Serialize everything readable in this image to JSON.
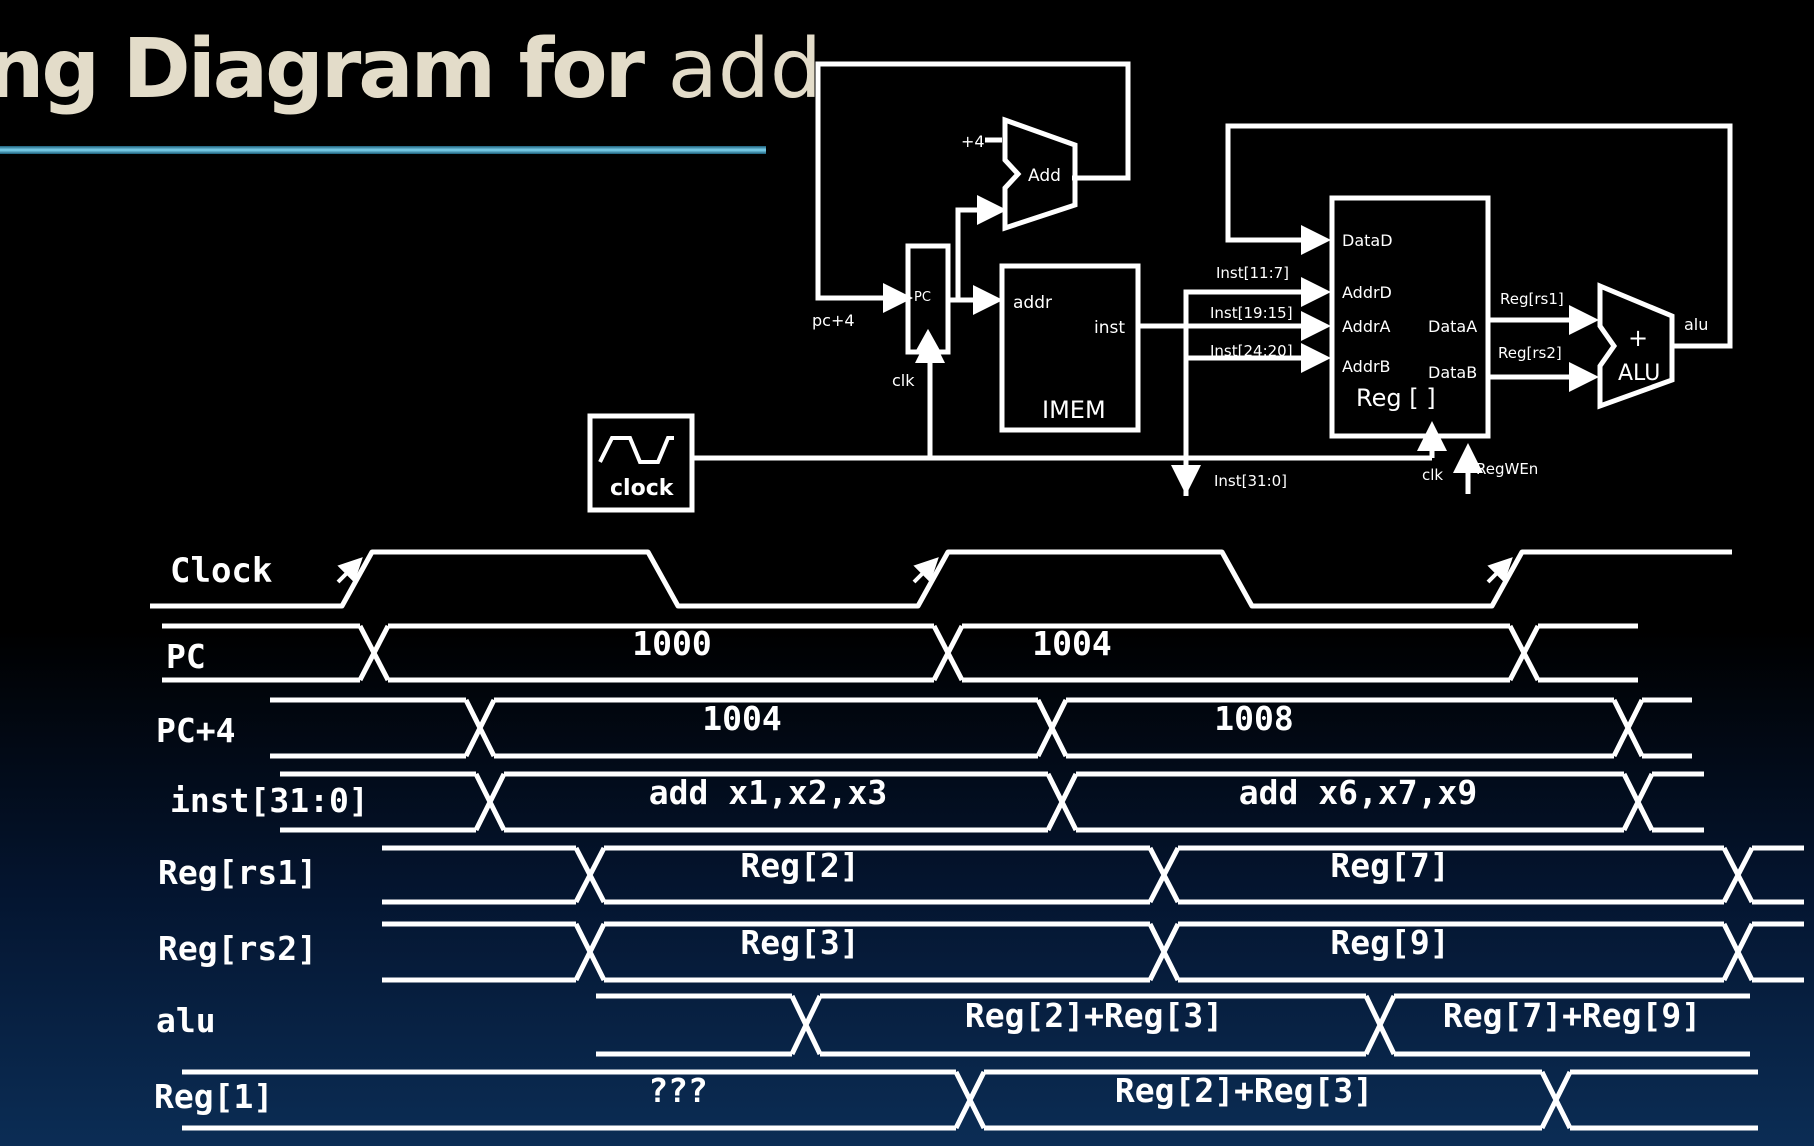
{
  "title": {
    "main": "ng Diagram for ",
    "code": "add"
  },
  "circuit": {
    "plus4": "+4",
    "add": "Add",
    "pc": "PC",
    "pc_plus4": "pc+4",
    "clk_pc": "clk",
    "addr": "addr",
    "inst": "inst",
    "imem": "IMEM",
    "clock": "clock",
    "inst_11_7": "Inst[11:7]",
    "inst_19_15": "Inst[19:15]",
    "inst_24_20": "Inst[24:20]",
    "inst_31_0": "Inst[31:0]",
    "datad": "DataD",
    "addrd": "AddrD",
    "addra": "AddrA",
    "addrb": "AddrB",
    "dataa": "DataA",
    "datab": "DataB",
    "reg": "Reg [ ]",
    "clk_reg": "clk",
    "regwen": "RegWEn",
    "reg_rs1": "Reg[rs1]",
    "reg_rs2": "Reg[rs2]",
    "alu_plus": "+",
    "alu_label": "ALU",
    "alu_out": "alu"
  },
  "timing": {
    "clock": "Clock",
    "signals": [
      {
        "name": "PC",
        "values": [
          "1000",
          "1004"
        ]
      },
      {
        "name": "PC+4",
        "values": [
          "1004",
          "1008"
        ]
      },
      {
        "name": "inst[31:0]",
        "values": [
          "add x1,x2,x3",
          "add x6,x7,x9"
        ]
      },
      {
        "name": "Reg[rs1]",
        "values": [
          "Reg[2]",
          "Reg[7]"
        ]
      },
      {
        "name": "Reg[rs2]",
        "values": [
          "Reg[3]",
          "Reg[9]"
        ]
      },
      {
        "name": "alu",
        "values": [
          "Reg[2]+Reg[3]",
          "Reg[7]+Reg[9]"
        ]
      },
      {
        "name": "Reg[1]",
        "values": [
          "???",
          "Reg[2]+Reg[3]"
        ]
      }
    ]
  }
}
